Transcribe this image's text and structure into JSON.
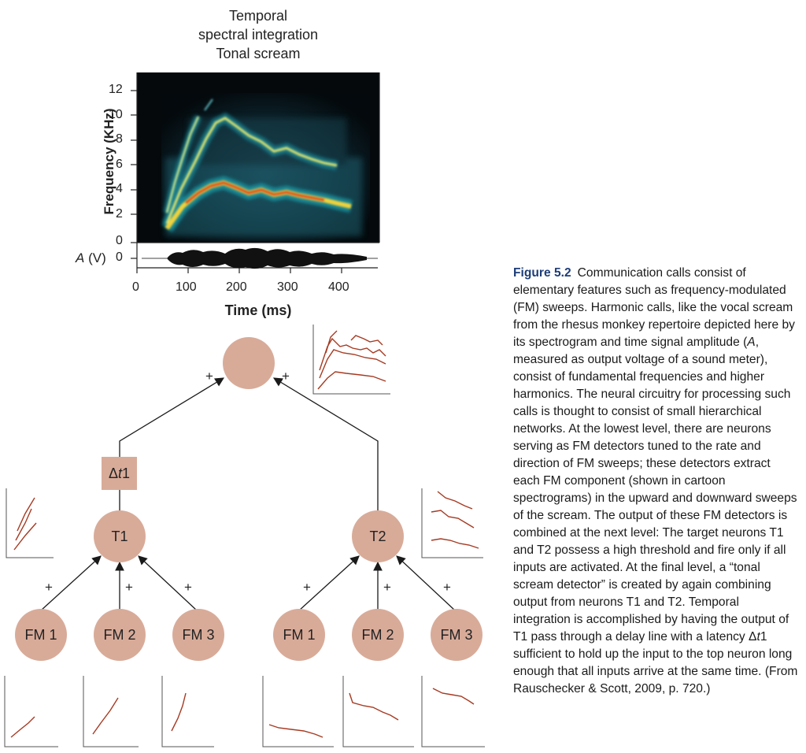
{
  "spectrogram": {
    "title_lines": [
      "Temporal",
      "spectral integration",
      "Tonal scream"
    ],
    "ylabel": "Frequency (KHz)",
    "yticks": [
      "12",
      "10",
      "8",
      "6",
      "4",
      "2",
      "0"
    ],
    "amplitude_label_var": "A",
    "amplitude_label_unit": " (V)",
    "amplitude_zero": "0",
    "xticks": [
      "0",
      "100",
      "200",
      "300",
      "400"
    ],
    "xlabel": "Time (ms)"
  },
  "network": {
    "delay_prefix": "Δ",
    "delay_var": "t",
    "delay_suffix": "1",
    "t1_label": "T1",
    "t2_label": "T2",
    "fm_labels": [
      "FM 1",
      "FM 2",
      "FM 3",
      "FM 1",
      "FM 2",
      "FM 3"
    ],
    "plus_sign": "+"
  },
  "caption": {
    "figure": "Figure 5.2",
    "p1": "Communication calls consist of elementary features such as frequency-modulated (FM) sweeps. Harmonic calls, like the vocal scream from the rhesus monkey repertoire depicted here by its spectrogram and time signal amplitude (",
    "a_var": "A",
    "p2": ", measured as output voltage of a sound meter), consist of fundamental frequencies and higher harmonics. The neural circuitry for processing such calls is thought to consist of small hierarchical networks. At the lowest level, there are neurons serving as FM detectors tuned to the rate and direction of FM sweeps; these detectors extract each FM component (shown in cartoon spectrograms) in the upward and downward sweeps of the scream. The output of these FM detectors is combined at the next level: The target neurons T1 and T2 possess a high threshold and fire only if all inputs are activated. At the final level, a “tonal scream detector” is created by again combining output from neurons T1 and T2. Temporal integration is accomplished by having the output of T1 pass through a delay line with a latency Δ",
    "t_var": "t",
    "p3": "1 sufficient to hold up the input to the top neuron long enough that all inputs arrive at the same time. (From Rauschecker & Scott, 2009, p. 720.)"
  },
  "colors": {
    "node_fill": "#d8ab99",
    "cartoon_line": "#a53a22",
    "figure_label": "#1e3d78"
  }
}
